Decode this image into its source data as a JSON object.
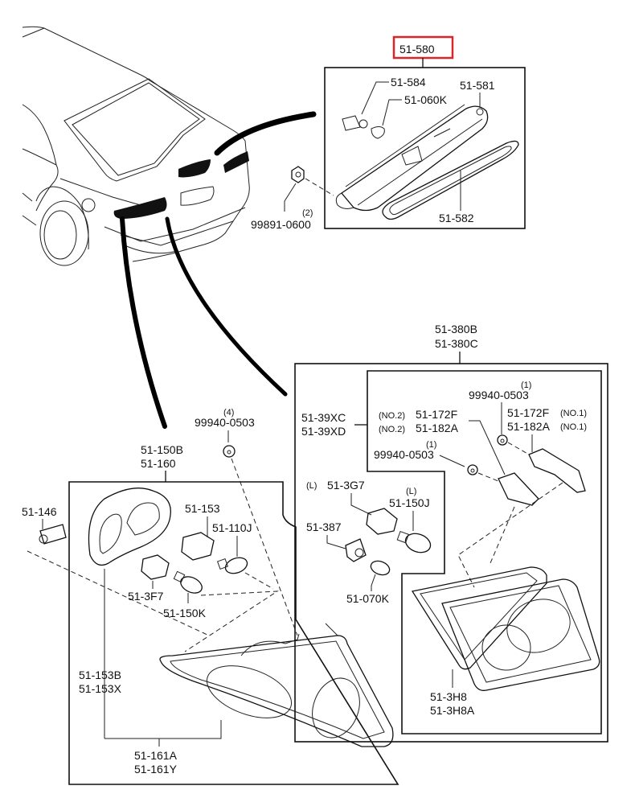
{
  "diagram": {
    "title": "Rear Combination Lamp / High-Mount Stop Lamp Exploded View",
    "highlight_color": "#d9262b",
    "high_mount_stop_lamp": {
      "assembly": "51-580",
      "socket": "51-584",
      "bulb": "51-060K",
      "lamp_body": "51-581",
      "gasket": "51-582",
      "nut": "99891-0600",
      "nut_qty": "(2)"
    },
    "rear_lamp_outer": {
      "assembly_1": "51-150B",
      "assembly_2": "51-160",
      "plug": "51-146",
      "gasket_1": "51-153B",
      "gasket_2": "51-153X",
      "socket_a": "51-153",
      "bulb_a": "51-110J",
      "socket_b": "51-3F7",
      "bulb_b": "51-150K",
      "lens_1": "51-161A",
      "lens_2": "51-161Y",
      "nut": "99940-0503",
      "nut_qty": "(4)"
    },
    "rear_lamp_inner": {
      "assembly_1": "51-380B",
      "assembly_2": "51-380C",
      "sub_1": "51-39XC",
      "sub_2": "51-39XD",
      "bracket_no2_a": "51-172F",
      "bracket_no2_b": "51-182A",
      "no2_tag": "(NO.2)",
      "bracket_no1_a": "51-172F",
      "bracket_no1_b": "51-182A",
      "no1_tag": "(NO.1)",
      "nut_left": "99940-0503",
      "nut_left_qty": "(1)",
      "nut_right": "99940-0503",
      "nut_right_qty": "(1)",
      "socket_l": "51-3G7",
      "socket_l_tag": "(L)",
      "bulb_l": "51-150J",
      "bulb_l_tag": "(L)",
      "socket_b": "51-387",
      "bulb_b": "51-070K",
      "lens_1": "51-3H8",
      "lens_2": "51-3H8A"
    }
  }
}
